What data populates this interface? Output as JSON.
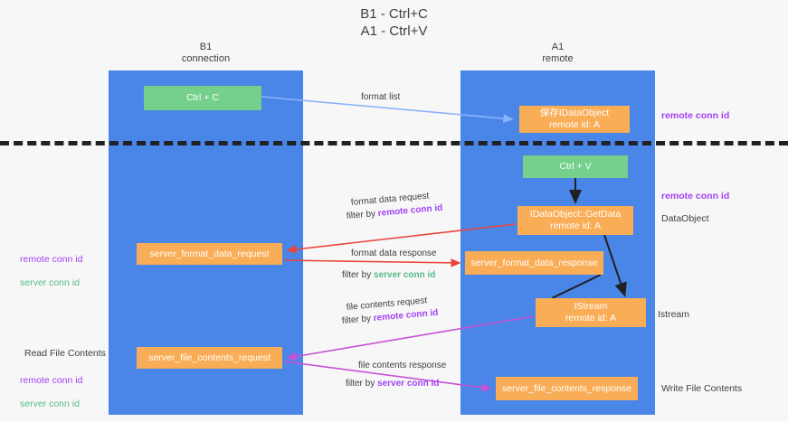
{
  "title": "B1 - Ctrl+C\nA1 - Ctrl+V",
  "lanes": [
    {
      "id": "b1",
      "header": "B1\nconnection",
      "color": "#4a86e8"
    },
    {
      "id": "a1",
      "header": "A1\nremote",
      "color": "#4a86e8"
    }
  ],
  "colors": {
    "lane": "#4a86e8",
    "green_node": "#74d08b",
    "orange_node": "#f9ad56",
    "purple_text": "#a142f4",
    "green_text": "#57bb8a",
    "dark_text": "#3c4043",
    "background": "#f7f7f7",
    "divider": "#202124",
    "arrow_format_list": "#8ab4f8",
    "arrow_format_data": "#e8453c",
    "arrow_file_contents": "#c552d4",
    "arrow_black": "#202124"
  },
  "nodes": {
    "ctrl_c": "Ctrl + C",
    "save_idataobject": "保存IDataObject\nremote id: A",
    "ctrl_v": "Ctrl + V",
    "getdata": "IDataObject::GetData\nremote id: A",
    "server_format_data_request": "server_format_data_request",
    "server_format_data_response": "server_format_data_response",
    "istream": "IStream\nremote id: A",
    "server_file_contents_request": "server_file_contents_request",
    "server_file_contents_response": "server_file_contents_response"
  },
  "side_notes": {
    "remote_conn_id_top": "remote conn id",
    "remote_conn_id_mid": "remote conn id",
    "dataobject": "DataObject",
    "istream": "Istream",
    "write_file_contents": "Write File Contents",
    "read_file_contents": "Read File Contents",
    "left_conn_remote": "remote conn id",
    "left_conn_server": "server conn id",
    "left_conn_remote_2": "remote conn id",
    "left_conn_server_2": "server conn id"
  },
  "edge_labels": {
    "format_list": "format list",
    "format_data_request": "format data request",
    "format_data_request_filter_prefix": "filter by ",
    "format_data_request_filter_value": "remote conn id",
    "format_data_response": "format data response",
    "format_data_response_filter_prefix": "filter by ",
    "format_data_response_filter_value": "server conn id",
    "file_contents_request": "file contents request",
    "file_contents_request_filter_prefix": "filter by ",
    "file_contents_request_filter_value": "remote conn id",
    "file_contents_response": "file contents response",
    "file_contents_response_filter_prefix": "filter by ",
    "file_contents_response_filter_value": "server conn id"
  }
}
